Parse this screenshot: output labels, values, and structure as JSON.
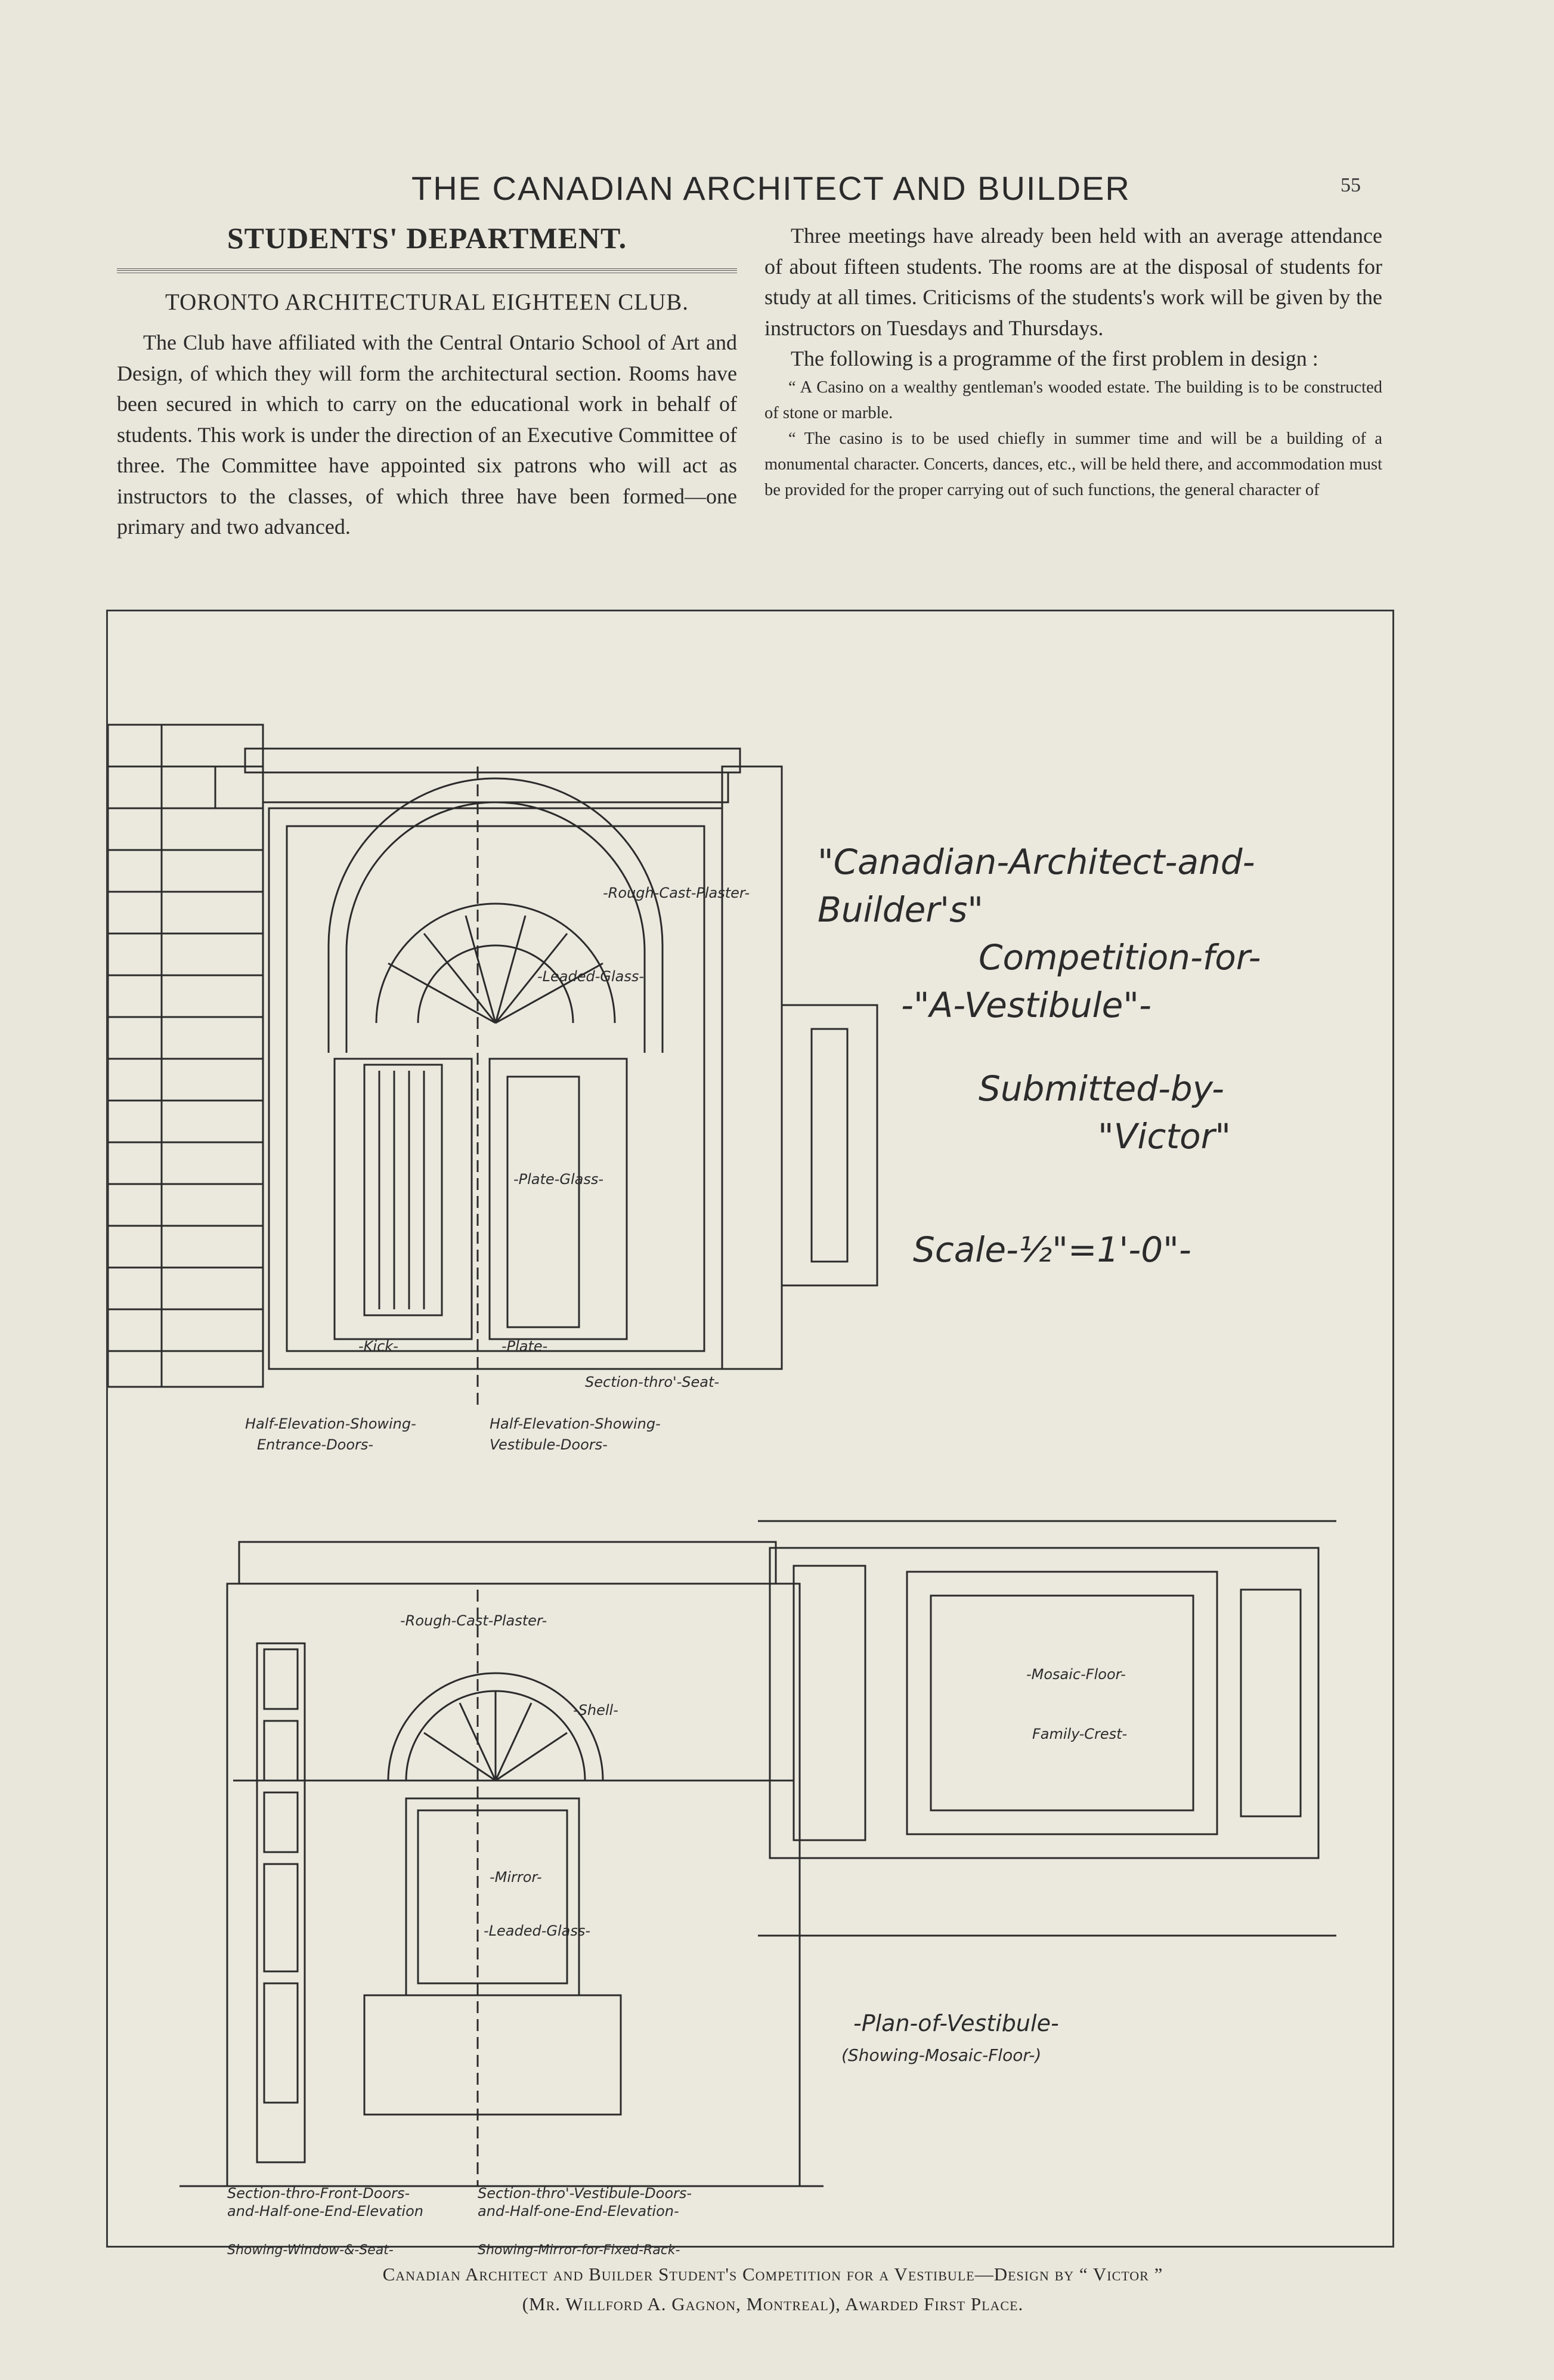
{
  "header": {
    "running_title": "THE CANADIAN ARCHITECT AND BUILDER",
    "page_number": "55"
  },
  "left_column": {
    "department_title": "STUDENTS' DEPARTMENT.",
    "club_heading": "TORONTO ARCHITECTURAL EIGHTEEN CLUB.",
    "paragraph": "The Club have affiliated with the Central Ontario School of Art and Design, of which they will form the architectural section. Rooms have been secured in which to carry on the educational work in behalf of students. This work is under the direction of an Executive Committee of three. The Committee have appointed six patrons who will act as instructors to the classes, of which three have been formed—one primary and two advanced."
  },
  "right_column": {
    "paragraph_1": "Three meetings have already been held with an average attendance of about fifteen students. The rooms are at the disposal of students for study at all times. Criticisms of the students's work will be given by the instructors on Tuesdays and Thursdays.",
    "paragraph_2": "The following is a programme of the first problem in design :",
    "quote_1": "“ A Casino on a wealthy gentleman's wooded estate. The building is to be constructed of stone or marble.",
    "quote_2": "“ The casino is to be used chiefly in summer time and will be a building of a monumental character. Concerts, dances, etc., will be held there, and accommodation must be provided for the proper carrying out of such functions, the general character of"
  },
  "drawing": {
    "title_line_1": "\"Canadian-Architect-and-",
    "title_line_2": "Builder's\"",
    "title_line_3": "Competition-for-",
    "title_line_4": "-\"A-Vestibule\"-",
    "submitted_by": "Submitted-by-",
    "author": "\"Victor\"",
    "scale": "Scale-½\"=1'-0\"-",
    "label_rough_cast": "-Rough-Cast-Plaster-",
    "label_leaded_glass": "-Leaded-Glass-",
    "label_plate_glass": "-Plate-Glass-",
    "label_kick": "-Kick-",
    "label_plate": "-Plate-",
    "label_section_seat": "Section-thro'-Seat-",
    "label_half_elev_entrance_1": "Half-Elevation-Showing-",
    "label_half_elev_entrance_2": "Entrance-Doors-",
    "label_half_elev_vestibule_1": "Half-Elevation-Showing-",
    "label_half_elev_vestibule_2": "Vestibule-Doors-",
    "label_shell": "-Shell-",
    "label_mirror": "-Mirror-",
    "label_mosaic_floor": "-Mosaic-Floor-",
    "label_family_crest": "Family-Crest-",
    "plan_title": "-Plan-of-Vestibule-",
    "plan_subtitle": "(Showing-Mosaic-Floor-)",
    "section_front_1": "Section-thro-Front-Doors-",
    "section_front_2": "and-Half-one-End-Elevation",
    "section_front_3": "Showing-Window-&-Seat-",
    "section_vest_1": "Section-thro'-Vestibule-Doors-",
    "section_vest_2": "and-Half-one-End-Elevation-",
    "section_vest_3": "Showing-Mirror-for-Fixed-Rack-"
  },
  "caption": {
    "line_1": "Canadian Architect and Builder Student's Competition for a Vestibule—Design by “ Victor ”",
    "line_2": "(Mr. Willford A. Gagnon, Montreal), Awarded First Place."
  }
}
